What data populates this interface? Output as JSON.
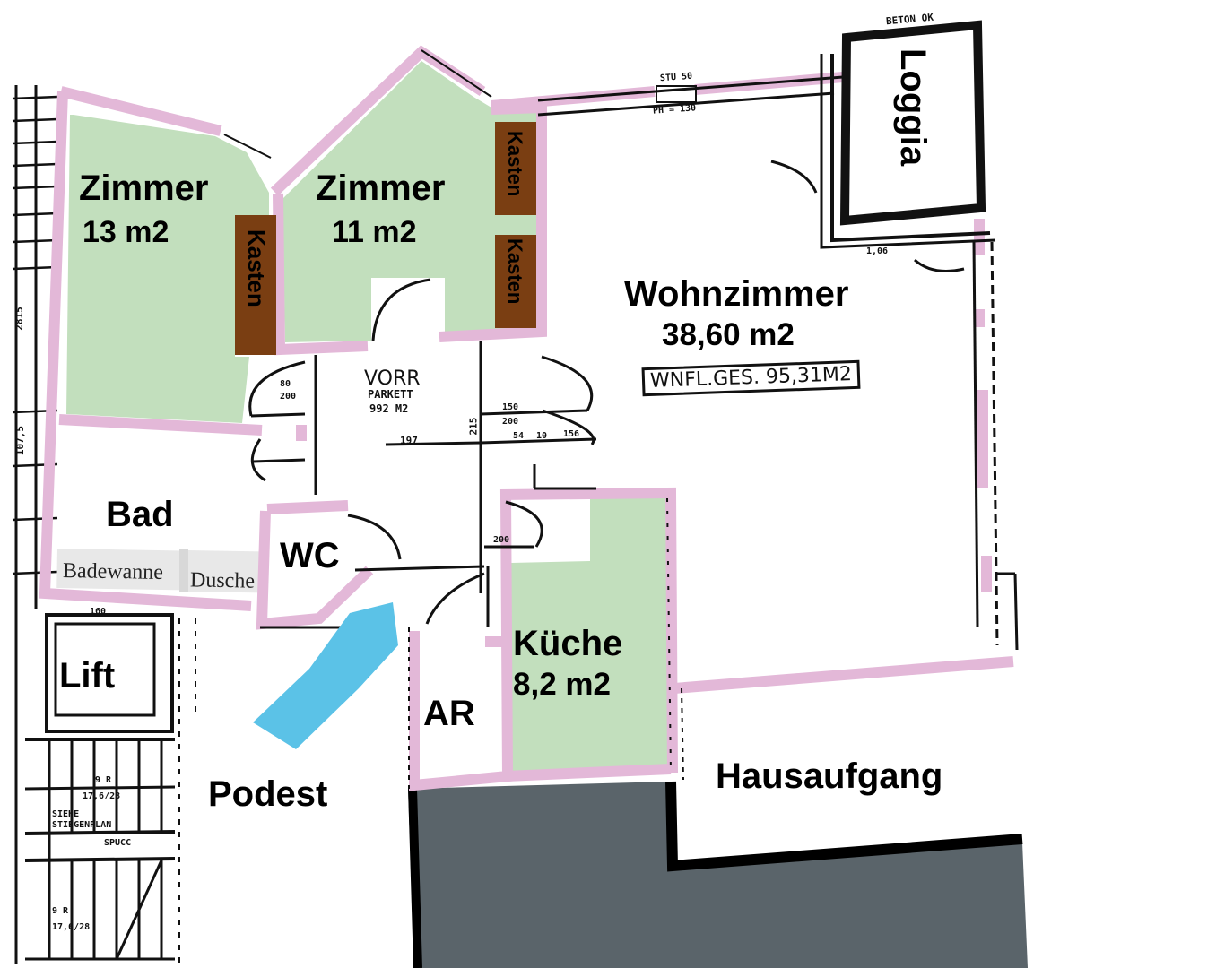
{
  "plan": {
    "colors": {
      "room_fill": "#c2dfbd",
      "wall": "#e3b8d8",
      "wardrobe": "#7a3e12",
      "stair_marker": "#5bc2e7",
      "neighbor_block": "#5a646a",
      "bath_fixture": "#e8e8e8",
      "ink": "#111111"
    },
    "rooms": {
      "zimmer1": {
        "name": "Zimmer",
        "area": "13 m2"
      },
      "zimmer2": {
        "name": "Zimmer",
        "area": "11 m2"
      },
      "wohnzimmer": {
        "name": "Wohnzimmer",
        "area": "38,60 m2"
      },
      "loggia": {
        "name": "Loggia"
      },
      "bad": {
        "name": "Bad"
      },
      "wc": {
        "name": "WC"
      },
      "kueche": {
        "name": "Küche",
        "area": "8,2 m2"
      },
      "ar": {
        "name": "AR"
      },
      "lift": {
        "name": "Lift"
      },
      "podest": {
        "name": "Podest"
      },
      "hausaufgang": {
        "name": "Hausaufgang"
      }
    },
    "fixtures": {
      "kasten_1": "Kasten",
      "kasten_2": "Kasten",
      "kasten_3": "Kasten",
      "badewanne": "Badewanne",
      "dusche": "Dusche"
    },
    "annotations": {
      "vorr_title": "VORR",
      "vorr_floor": "PARKETT",
      "vorr_area": "992 M2",
      "total_area": "WNFL.GES. 95,31M2",
      "betonok": "BETON OK",
      "window_stu": "STU 50",
      "window_ph": "PH = 130",
      "dim_197": "197",
      "dim_215": "215",
      "dim_2815": "2815",
      "dim_1075": "107,5",
      "dim_150_1": "150",
      "dim_200_1": "200",
      "dim_54": "54",
      "dim_10": "10",
      "dim_156": "156",
      "dim_80": "80",
      "dim_200_2": "200",
      "dim_200_3": "200",
      "dim_160": "160",
      "dim_106": "1,06",
      "siehe": "SIEHE",
      "stiegenplan": "STIEGENPLAN",
      "spucc": "SPUCC",
      "stairs_1": "9 R",
      "stairs_2": "17,6/28",
      "stairs_3": "9 R",
      "stairs_4": "17,6/28"
    }
  }
}
